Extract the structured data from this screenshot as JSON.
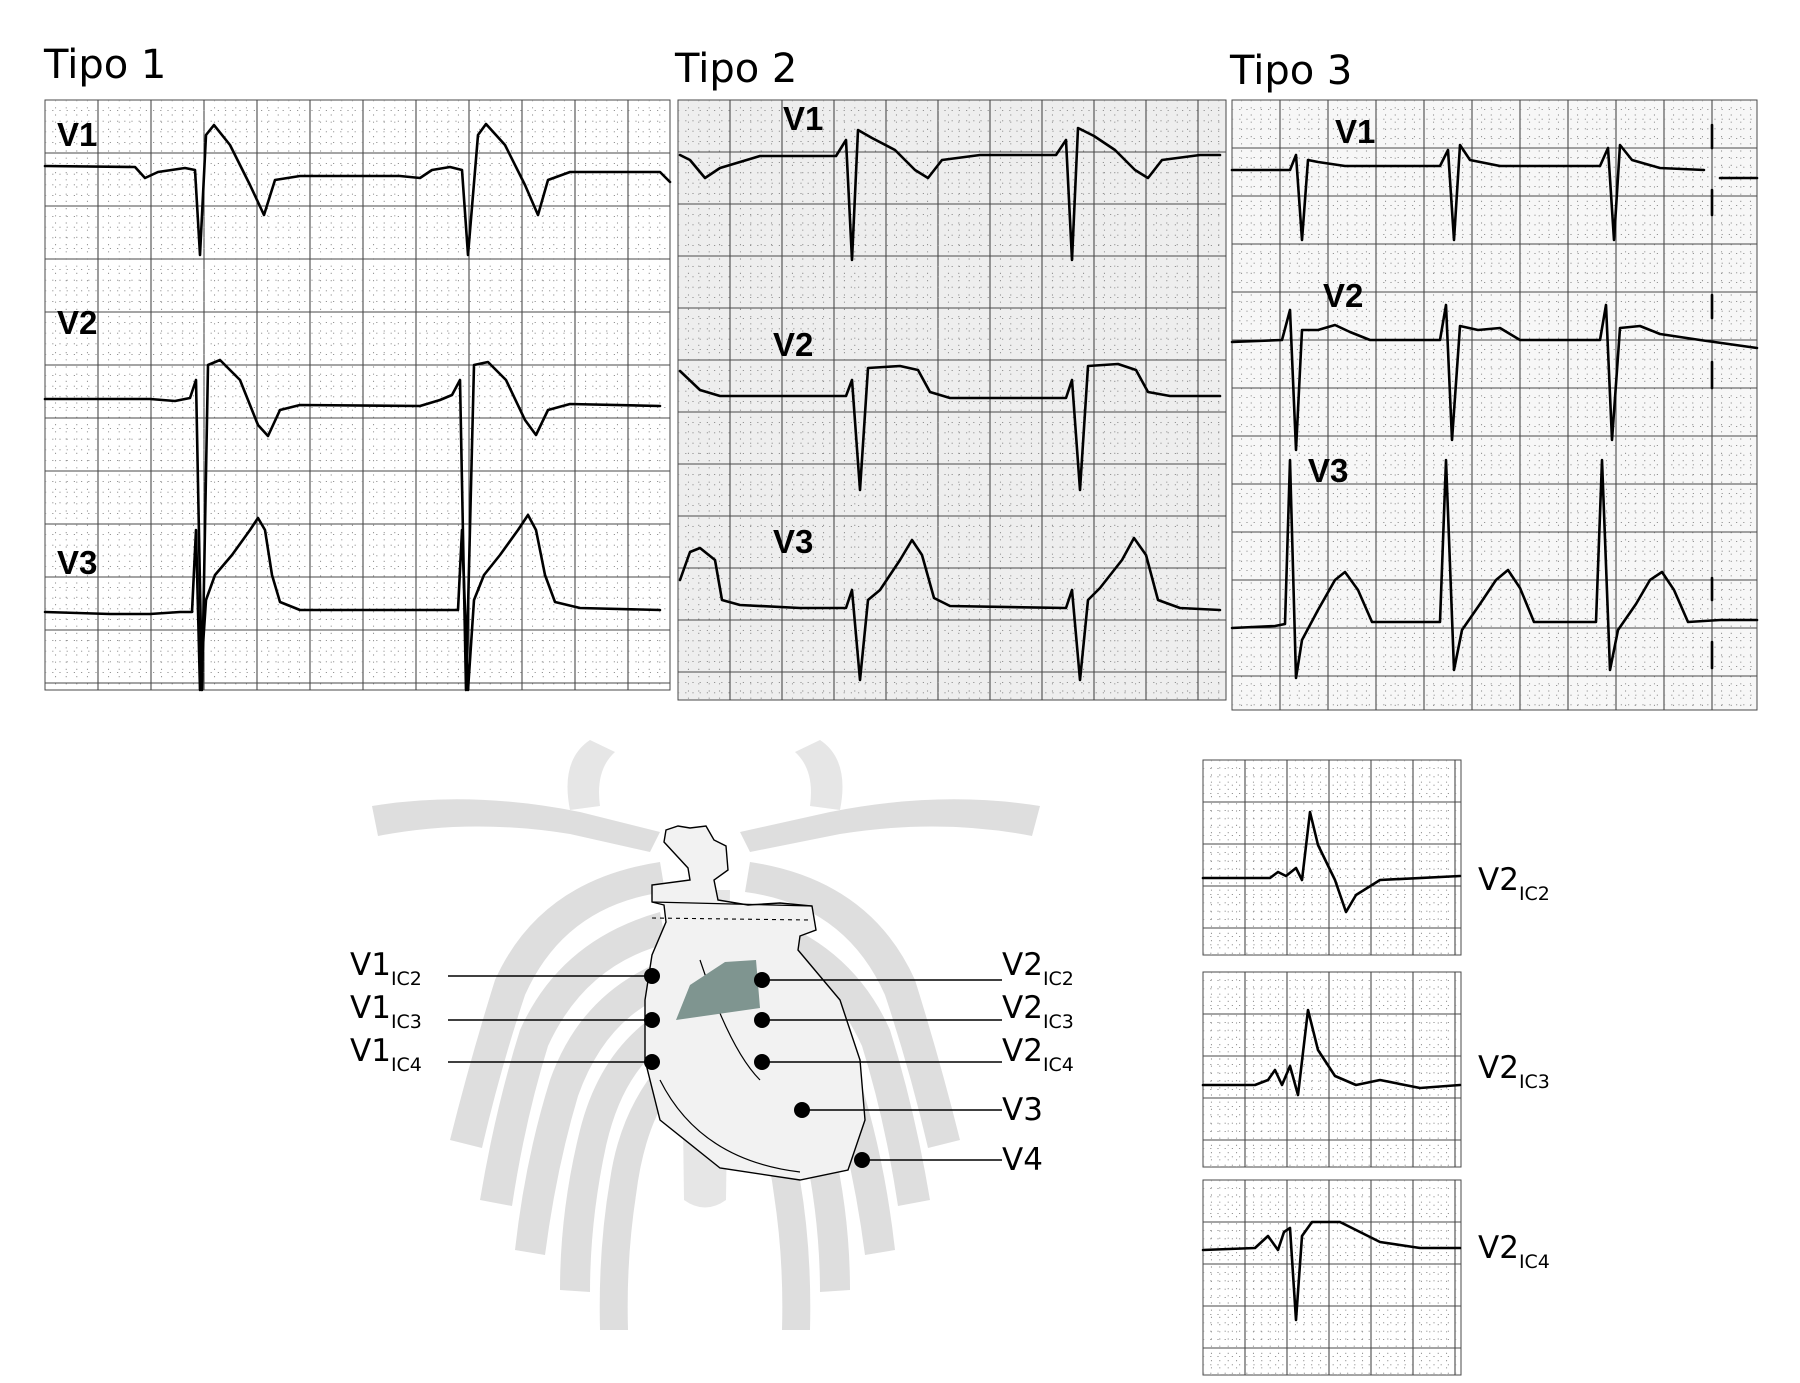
{
  "panels": [
    {
      "title": "Tipo 1",
      "leads": [
        "V1",
        "V2",
        "V3"
      ]
    },
    {
      "title": "Tipo 2",
      "leads": [
        "V1",
        "V2",
        "V3"
      ]
    },
    {
      "title": "Tipo 3",
      "leads": [
        "V1",
        "V2",
        "V3"
      ]
    }
  ],
  "electrodes": {
    "left": [
      {
        "main": "V1",
        "sub": "IC2"
      },
      {
        "main": "V1",
        "sub": "IC3"
      },
      {
        "main": "V1",
        "sub": "IC4"
      }
    ],
    "right": [
      {
        "main": "V2",
        "sub": "IC2"
      },
      {
        "main": "V2",
        "sub": "IC3"
      },
      {
        "main": "V2",
        "sub": "IC4"
      },
      {
        "main": "V3",
        "sub": ""
      },
      {
        "main": "V4",
        "sub": ""
      }
    ]
  },
  "strips": [
    {
      "main": "V2",
      "sub": "IC2"
    },
    {
      "main": "V2",
      "sub": "IC3"
    },
    {
      "main": "V2",
      "sub": "IC4"
    }
  ],
  "colors": {
    "trace": "#000000",
    "grid_major": "#4a4a4a",
    "bone": "#dedede",
    "rvot_shade": "#7f9590"
  }
}
